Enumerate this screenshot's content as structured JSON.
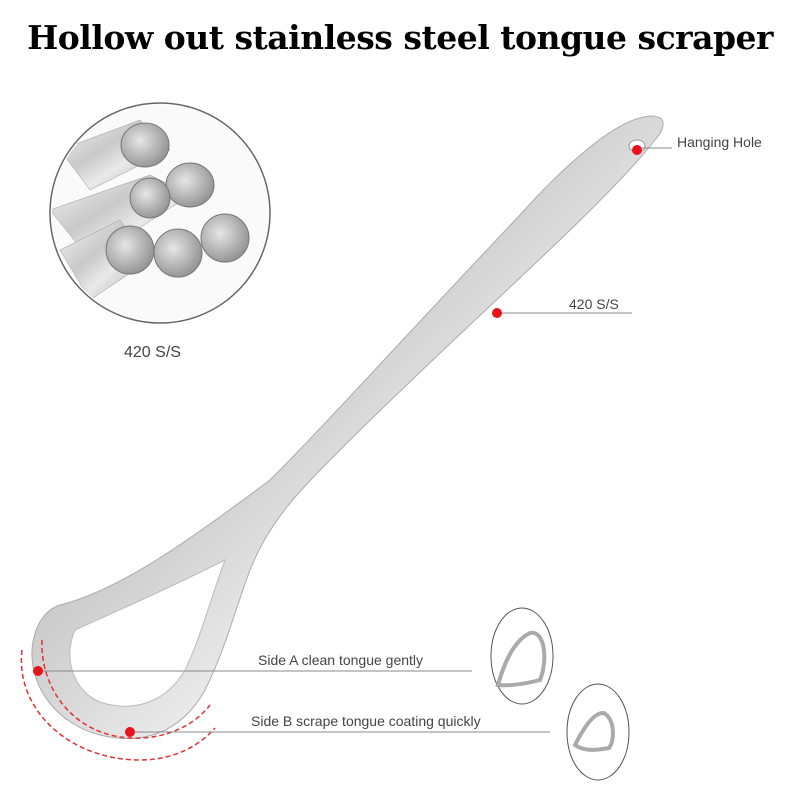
{
  "title": "Hollow out stainless steel tongue scraper",
  "inset": {
    "material_label": "420 S/S"
  },
  "callouts": {
    "hanging_hole": "Hanging Hole",
    "material": "420 S/S",
    "side_a": "Side A clean tongue gently",
    "side_b": "Side B scrape tongue coating quickly"
  },
  "colors": {
    "marker": "#e8121a",
    "line": "#888888"
  }
}
